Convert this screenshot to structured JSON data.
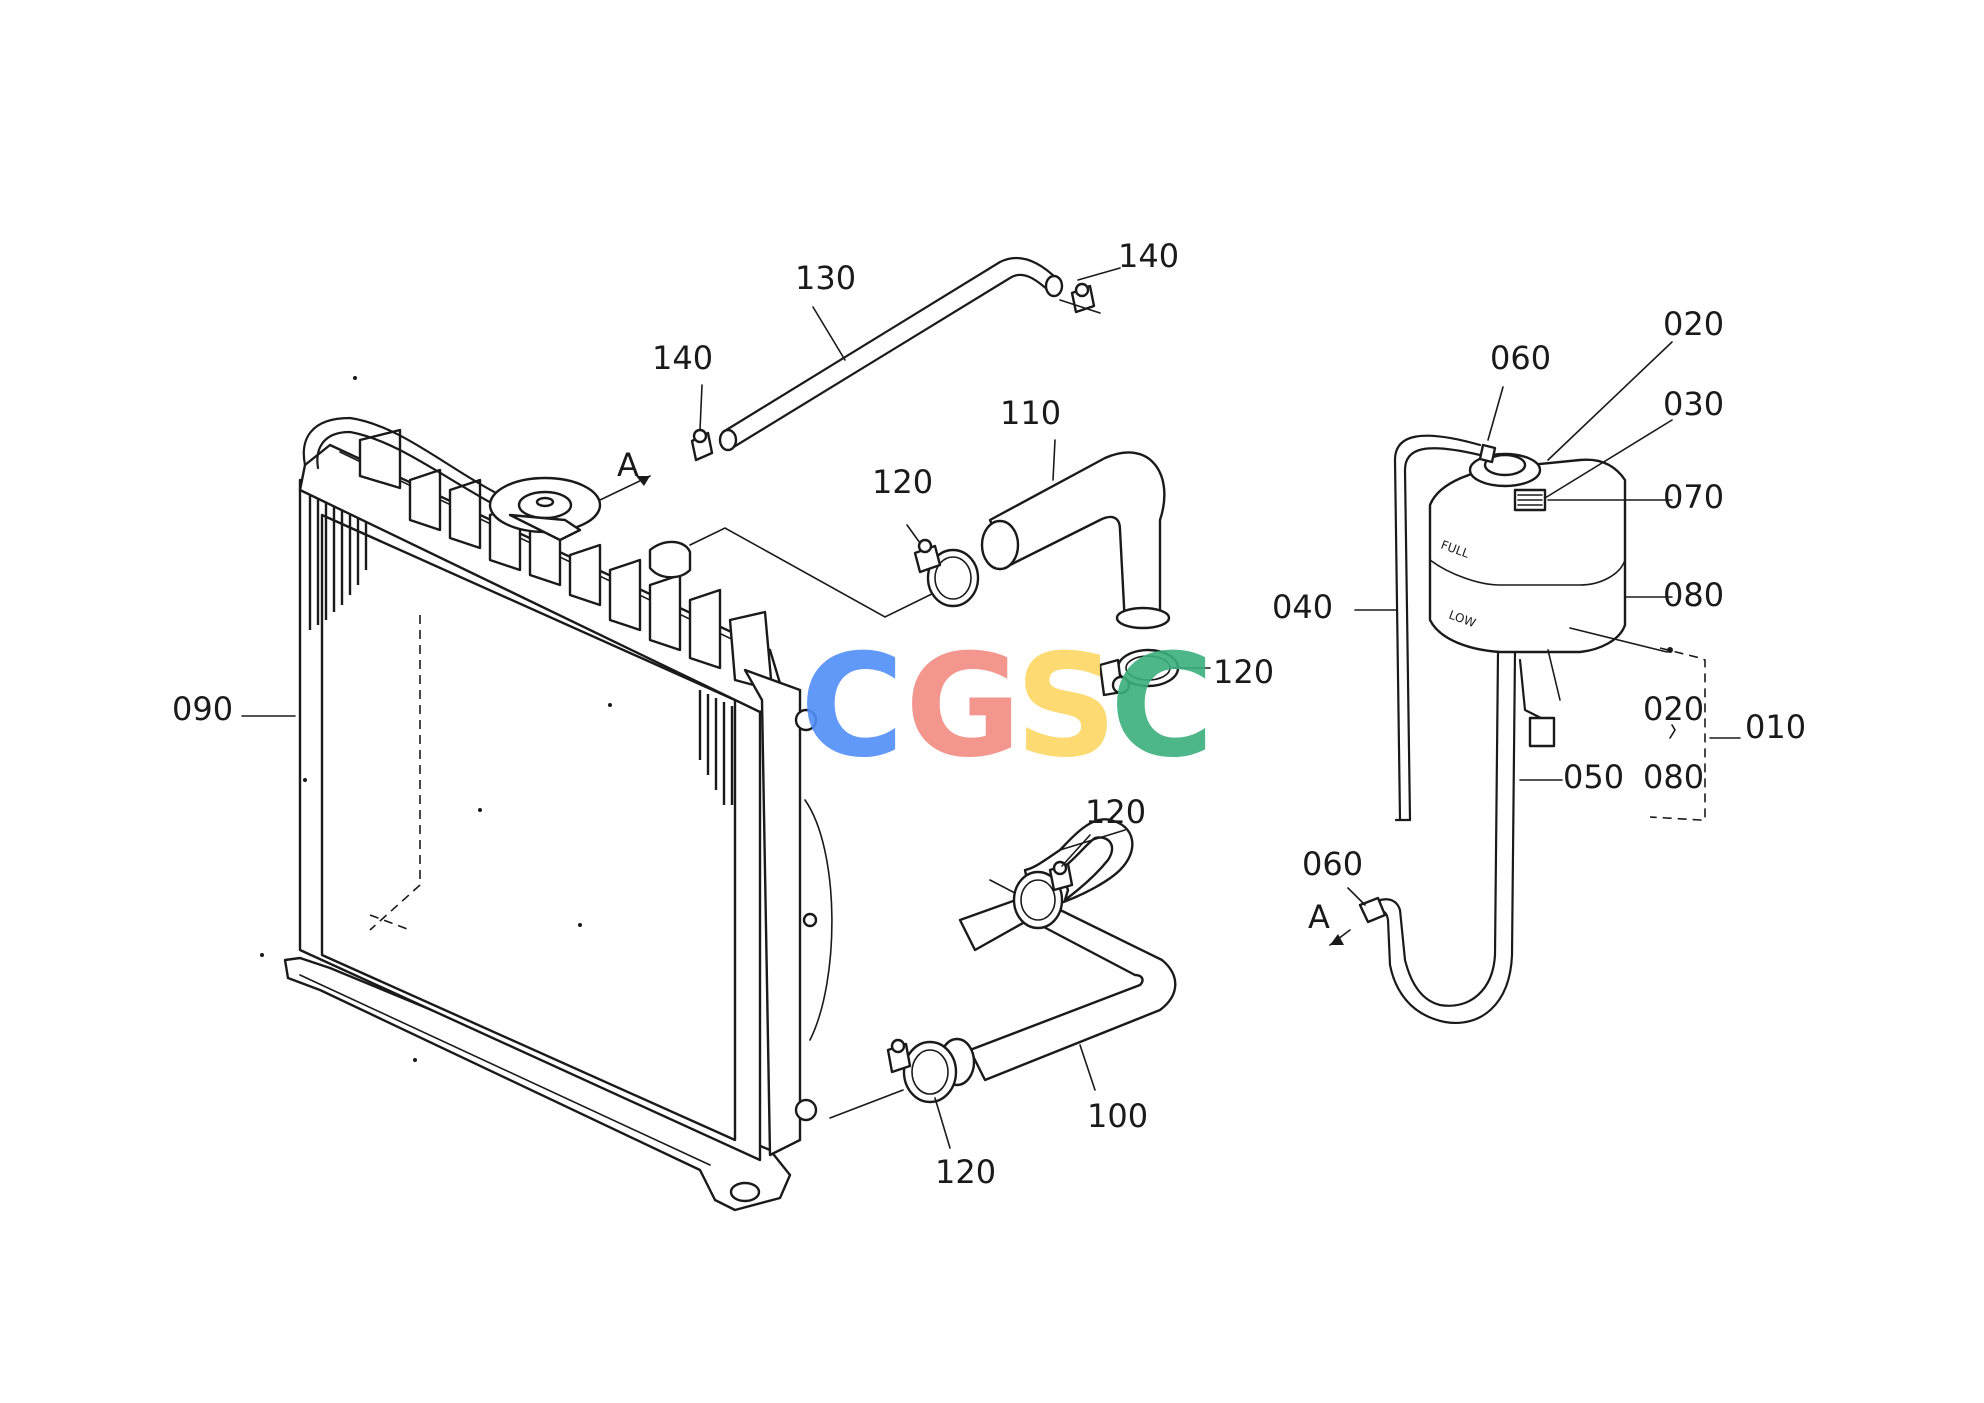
{
  "labels": {
    "l130": "130",
    "l140a": "140",
    "l140b": "140",
    "l110": "110",
    "l120a": "120",
    "l120b": "120",
    "l120c": "120",
    "l120d": "120",
    "l100": "100",
    "l090": "090",
    "lA1": "A",
    "lA2": "A",
    "l060a": "060",
    "l060b": "060",
    "l020a": "020",
    "l030": "030",
    "l070": "070",
    "l080a": "080",
    "l040": "040",
    "l050": "050",
    "l020b": "020",
    "l080b": "080",
    "l010": "010"
  },
  "tank_markings": {
    "full": "FULL",
    "low": "LOW"
  },
  "watermark": {
    "letters": [
      "C",
      "G",
      "S",
      "C"
    ],
    "colors": [
      "#4f8ef7",
      "#f28b82",
      "#fdd663",
      "#3bb07d"
    ]
  }
}
